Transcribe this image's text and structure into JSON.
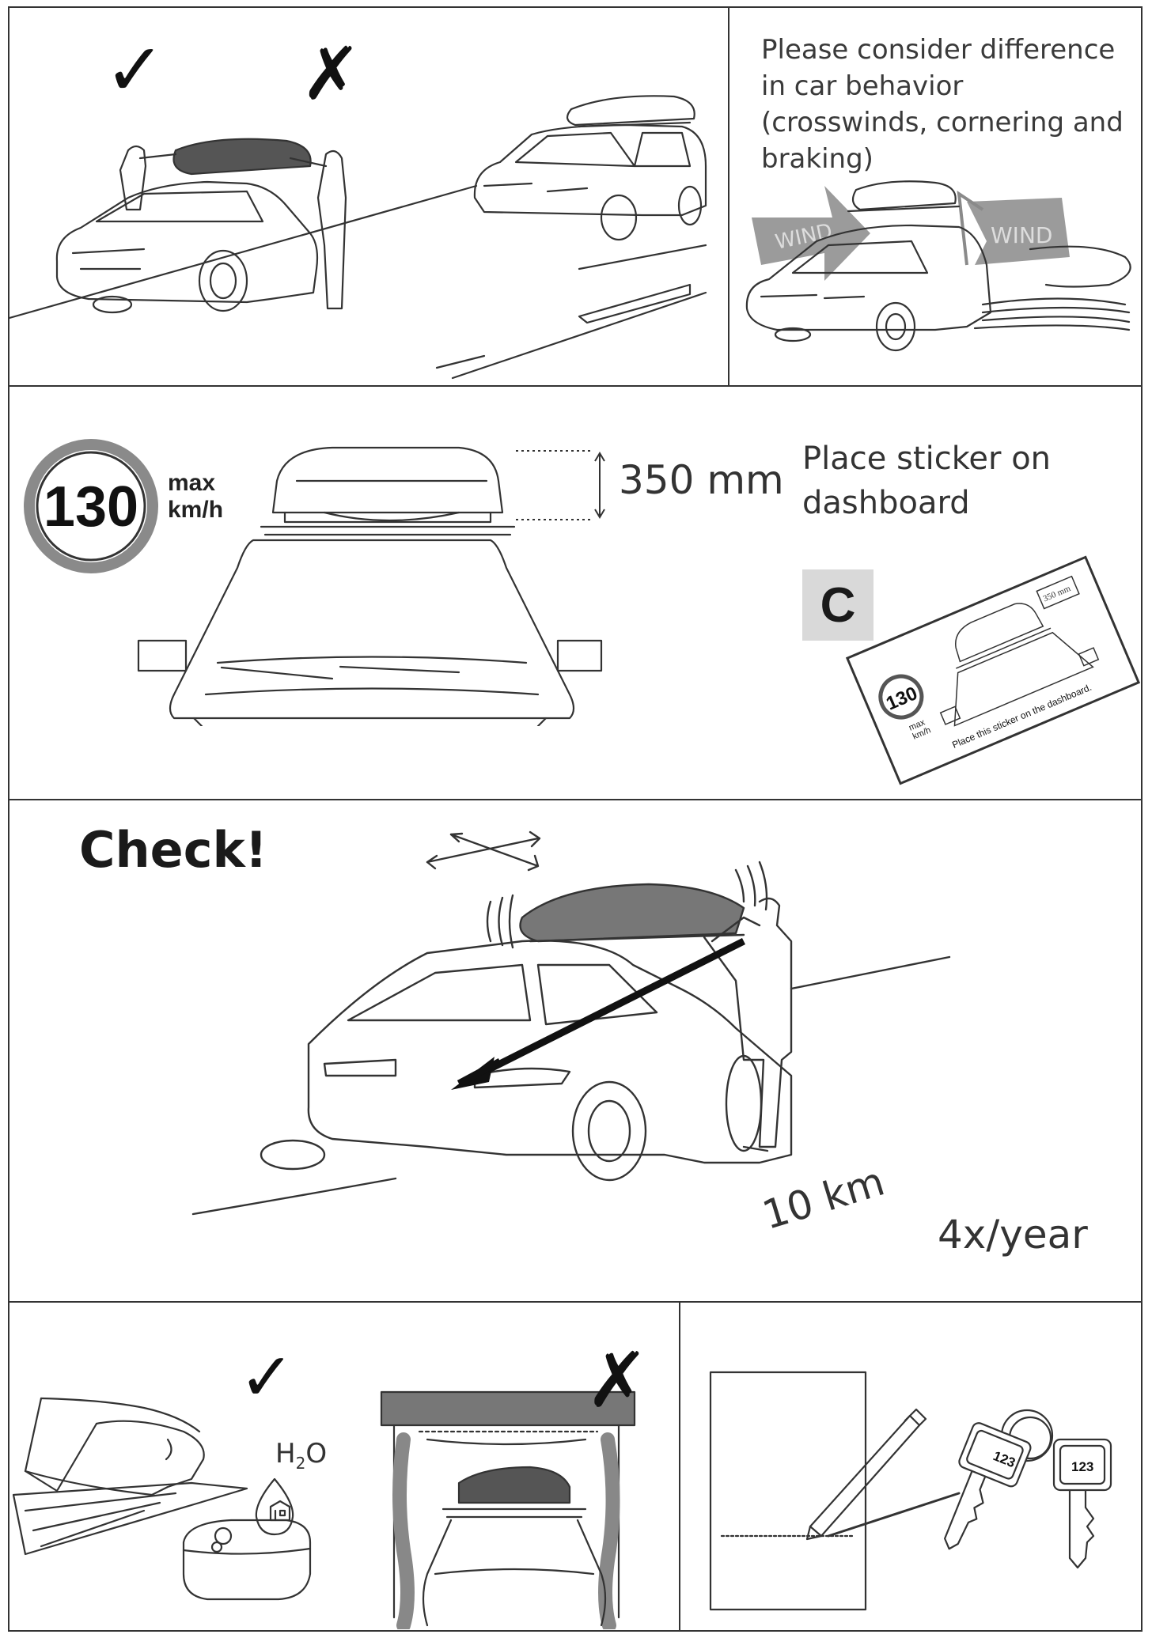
{
  "panels": {
    "loading": {
      "correct_mark": "✓",
      "wrong_mark": "✗"
    },
    "wind": {
      "note": "Please consider difference in car behavior (crosswinds, cornering and braking)",
      "wind_label_left": "WIND",
      "wind_label_right": "WIND"
    },
    "speed": {
      "speed_limit": "130",
      "max_label": "max",
      "unit_label": "km/h",
      "height_dimension": "350 mm",
      "sticker_instruction": "Place sticker on dashboard",
      "sticker_letter": "C",
      "sticker_card": {
        "speed_limit": "130",
        "max_label": "max",
        "unit_label": "km/h",
        "height_dimension": "350 mm",
        "caption": "Place this sticker on the dashboard."
      }
    },
    "check": {
      "title": "Check!",
      "distance": "10 km",
      "frequency": "4x/year"
    },
    "care": {
      "correct_mark": "✓",
      "wrong_mark": "✗",
      "water_label_h": "H",
      "water_label_sub": "2",
      "water_label_o": "O"
    },
    "keys": {
      "key_number_1": "123",
      "key_number_2": "123"
    }
  }
}
